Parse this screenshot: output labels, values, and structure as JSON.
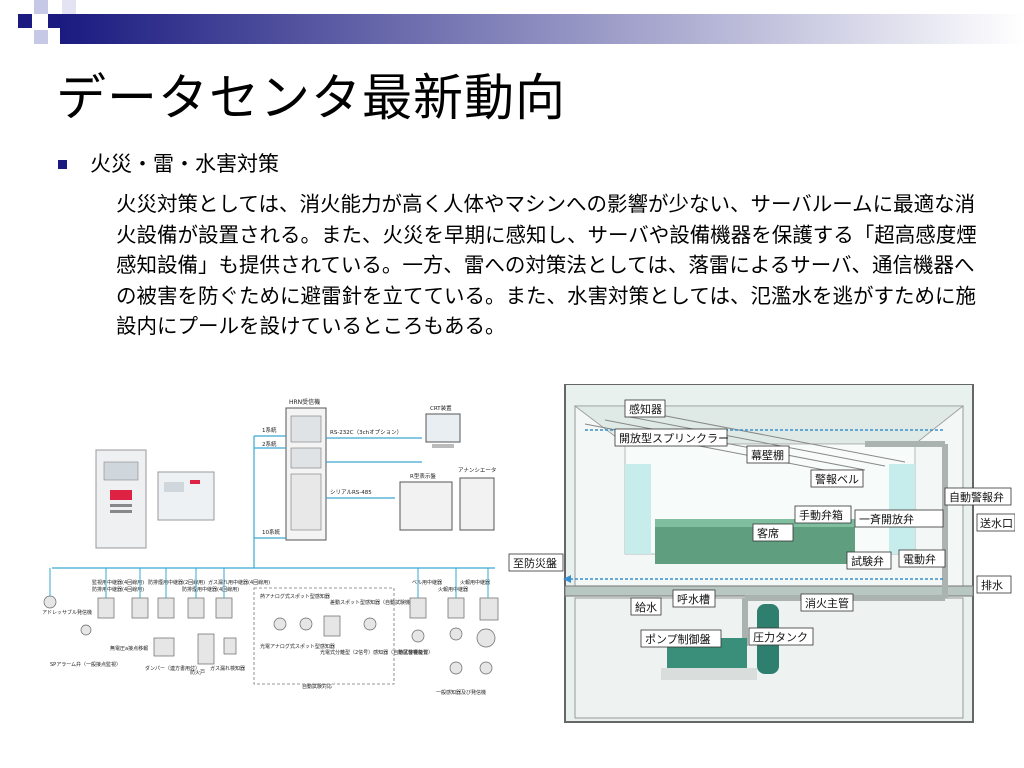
{
  "slide": {
    "title": "データセンタ最新動向",
    "bullet_heading": "火災・雷・水害対策",
    "body_text": "火災対策としては、消火能力が高く人体やマシンへの影響が少ない、サーバルームに最適な消火設備が設置される。また、火災を早期に感知し、サーバや設備機器を保護する「超高感度煙感知設備」も提供されている。一方、雷への対策法としては、落雷によるサーバ、通信機器への被害を防ぐために避雷針を立てている。また、水害対策としては、氾濫水を逃がすために施設内にプールを設けているところもある。",
    "accent_color": "#1a1a80"
  },
  "left_figure": {
    "receiver": "HRN受信機",
    "crt": "CRT装置",
    "rs232c": "RS-232C（3chオプション）",
    "line1": "1系統",
    "line2": "2系統",
    "line10": "10系統",
    "rtype": "R型表示盤",
    "annunciator": "アナンシエータ",
    "serial": "シリアルRS-485",
    "addr": "アドレッサブル発信機",
    "sp_alarm": "SPアラーム弁（一般接点監視）",
    "relays": [
      "監視用中継器(4回線用)",
      "防排用中継器(4回線用)",
      "防排煙用中継器(2回線用)",
      "防排煙用中継器(4回線用)",
      "ガス漏れ用中継器(4回線用)"
    ],
    "no_voltage": "無電圧a接点移報",
    "damper": "ダンパー（連方書用付）",
    "fire_door": "防火戸",
    "gas_det": "ガス漏れ検知器",
    "heat_analog": "熱アナログ式スポット型感知器",
    "diff_spot": "差動スポット型感知器（自動試験機能付）",
    "photo_analog": "光電アナログ式スポット型感知器",
    "photo_sep": "光電式分離型（2信号）感知器（自動試験機能付）",
    "auto_test": "自動試験対応",
    "bell_relay": "ベル用中継器",
    "fire_relay1": "火報用中継器",
    "fire_relay2": "火報用中継器",
    "area_bell": "地区音響装置",
    "general": "一般感知器及び発信機"
  },
  "right_figure": {
    "detector": "感知器",
    "sprinkler": "開放型スプリンクラー",
    "curtain": "幕壁棚",
    "alarm_bell": "警報ベル",
    "auto_valve": "自動警報弁",
    "manual_box": "手動弁箱",
    "batch_valve": "一斉開放弁",
    "send_port": "送水口",
    "seats": "客席",
    "test_valve": "試験弁",
    "motor_valve": "電動弁",
    "to_panel": "至防災盤",
    "drain": "排水",
    "supply": "給水",
    "priming": "呼水槽",
    "main_pipe": "消火主管",
    "pressure_tank": "圧力タンク",
    "pump_panel": "ポンプ制御盤"
  }
}
